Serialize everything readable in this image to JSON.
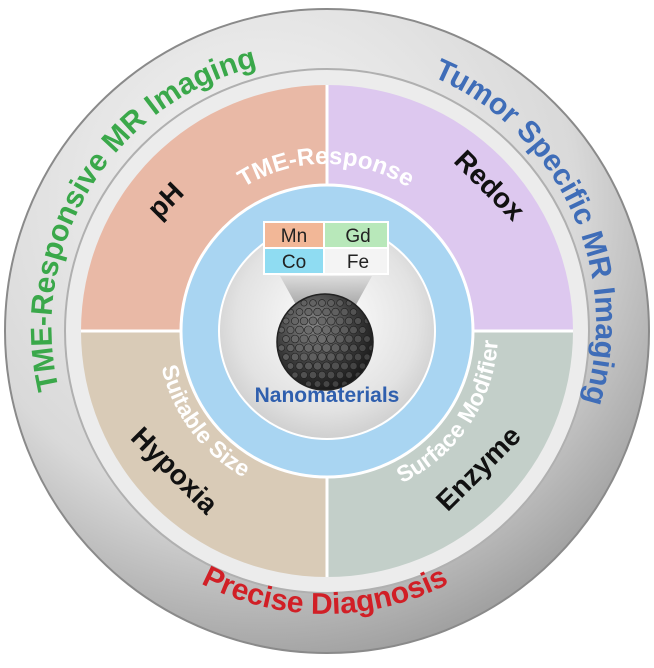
{
  "outer_ring": {
    "left_label": "TME-Responsive MR Imaging",
    "right_label": "Tumor Specific MR Imaging",
    "bottom_label": "Precise Diagnosis",
    "colors": {
      "left": "#3aa84a",
      "right": "#3f6db8",
      "bottom": "#d11f26"
    }
  },
  "quadrants": {
    "top_left": {
      "label": "pH",
      "color": "#e9b9a6"
    },
    "top_right": {
      "label": "Redox",
      "color": "#ddc8ef"
    },
    "bottom_left": {
      "label": "Hypoxia",
      "color": "#d9cbb7"
    },
    "bottom_right": {
      "label": "Enzyme",
      "color": "#c3cfc9"
    }
  },
  "inner_ring": {
    "top_label": "TME-Response",
    "left_label": "Suitable Size",
    "right_label": "Surface Modifier",
    "color": "#a9d5f2"
  },
  "center": {
    "label": "Nanomaterials",
    "elements": [
      {
        "symbol": "Mn",
        "color": "#f2b797"
      },
      {
        "symbol": "Gd",
        "color": "#b8e8ba"
      },
      {
        "symbol": "Co",
        "color": "#8fdcf2"
      },
      {
        "symbol": "Fe",
        "color": "#f4f4f4"
      }
    ]
  }
}
